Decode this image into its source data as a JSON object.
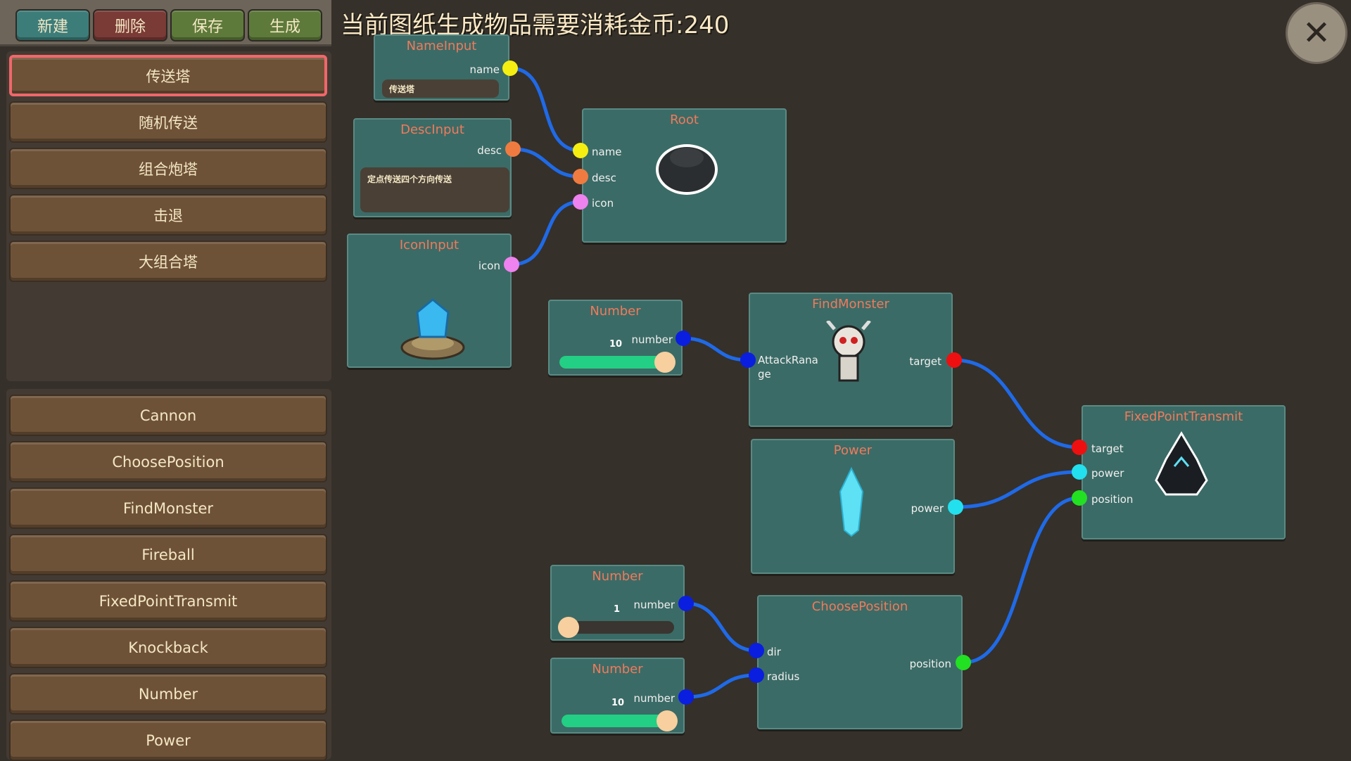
{
  "toolbar": {
    "new": "新建",
    "delete": "删除",
    "save": "保存",
    "generate": "生成",
    "colors": {
      "new": "#3c7d7a",
      "delete": "#7a3a36",
      "save": "#5e7a3a",
      "generate": "#5e7a3a"
    }
  },
  "title": "当前图纸生成物品需要消耗金币:240",
  "blueprints": [
    "传送塔",
    "随机传送",
    "组合炮塔",
    "击退",
    "大组合塔"
  ],
  "selected_blueprint": "传送塔",
  "node_types": [
    "Cannon",
    "ChoosePosition",
    "FindMonster",
    "Fireball",
    "FixedPointTransmit",
    "Knockback",
    "Number",
    "Power"
  ],
  "nodes": {
    "name_input": {
      "title": "NameInput",
      "out": "name",
      "value": "传送塔"
    },
    "desc_input": {
      "title": "DescInput",
      "out": "desc",
      "value": "定点传送四个方向传送"
    },
    "icon_input": {
      "title": "IconInput",
      "out": "icon"
    },
    "root": {
      "title": "Root",
      "in": [
        "name",
        "desc",
        "icon"
      ]
    },
    "number1": {
      "title": "Number",
      "out": "number",
      "value": "10",
      "fill": 1.0
    },
    "find_monster": {
      "title": "FindMonster",
      "in": "AttackRana\nge",
      "out": "target"
    },
    "power": {
      "title": "Power",
      "out": "power"
    },
    "fixed_point": {
      "title": "FixedPointTransmit",
      "in": [
        "target",
        "power",
        "position"
      ]
    },
    "number2": {
      "title": "Number",
      "out": "number",
      "value": "1",
      "fill": 0.0
    },
    "number3": {
      "title": "Number",
      "out": "number",
      "value": "10",
      "fill": 1.0
    },
    "choose_position": {
      "title": "ChoosePosition",
      "in": [
        "dir",
        "radius"
      ],
      "out": "position"
    }
  },
  "port_colors": {
    "name": "#f5ee10",
    "desc": "#f07b40",
    "icon": "#ee82ee",
    "number": "#0a1ee0",
    "target": "#ee1010",
    "power": "#22e0ee",
    "position": "#22e022"
  },
  "wire_color": "#1f6ae8"
}
